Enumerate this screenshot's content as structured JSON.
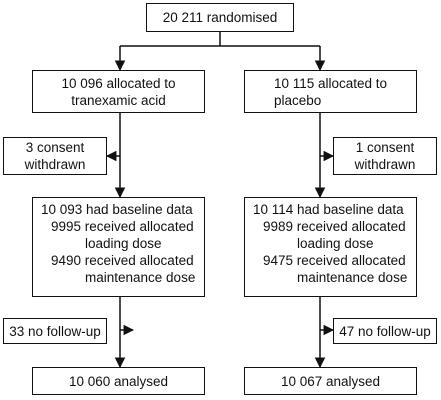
{
  "top": {
    "label": "20 211 randomised"
  },
  "left": {
    "allocated": [
      "10 096 allocated to",
      "tranexamic acid"
    ],
    "withdrawn": [
      "3 consent",
      "withdrawn"
    ],
    "baseline": "10 093 had baseline data",
    "loading": {
      "num": "9995",
      "text": "received allocated",
      "cont": "loading dose"
    },
    "maintenance": {
      "num": "9490",
      "text": "received allocated",
      "cont": "maintenance dose"
    },
    "followup": "33 no follow-up",
    "analysed": "10 060 analysed"
  },
  "right": {
    "allocated": [
      "10 115 allocated to",
      "placebo"
    ],
    "withdrawn": [
      "1 consent",
      "withdrawn"
    ],
    "baseline": "10 114 had baseline data",
    "loading": {
      "num": "9989",
      "text": "received allocated",
      "cont": "loading dose"
    },
    "maintenance": {
      "num": "9475",
      "text": "received allocated",
      "cont": "maintenance dose"
    },
    "followup": "47 no follow-up",
    "analysed": "10 067 analysed"
  }
}
